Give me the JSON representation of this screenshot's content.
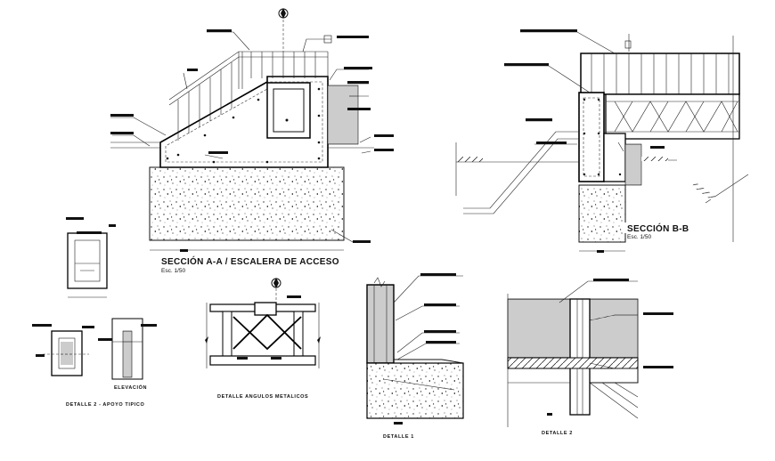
{
  "drawings": {
    "section_aa": {
      "title": "SECCIÓN A-A / ESCALERA DE ACCESO",
      "scale": "Esc. 1/50"
    },
    "section_bb": {
      "title": "SECCIÓN B-B",
      "scale": "Esc. 1/50"
    },
    "detail_2": {
      "title": "DETALLE 2 - APOYO TIPICO",
      "sub": "ELEVACIÓN"
    },
    "detail_angles": {
      "title": "DETALLE ANGULOS METALICOS"
    },
    "detail_1": {
      "title": "DETALLE 1"
    },
    "detail_2b": {
      "title": "DETALLE 2"
    }
  }
}
